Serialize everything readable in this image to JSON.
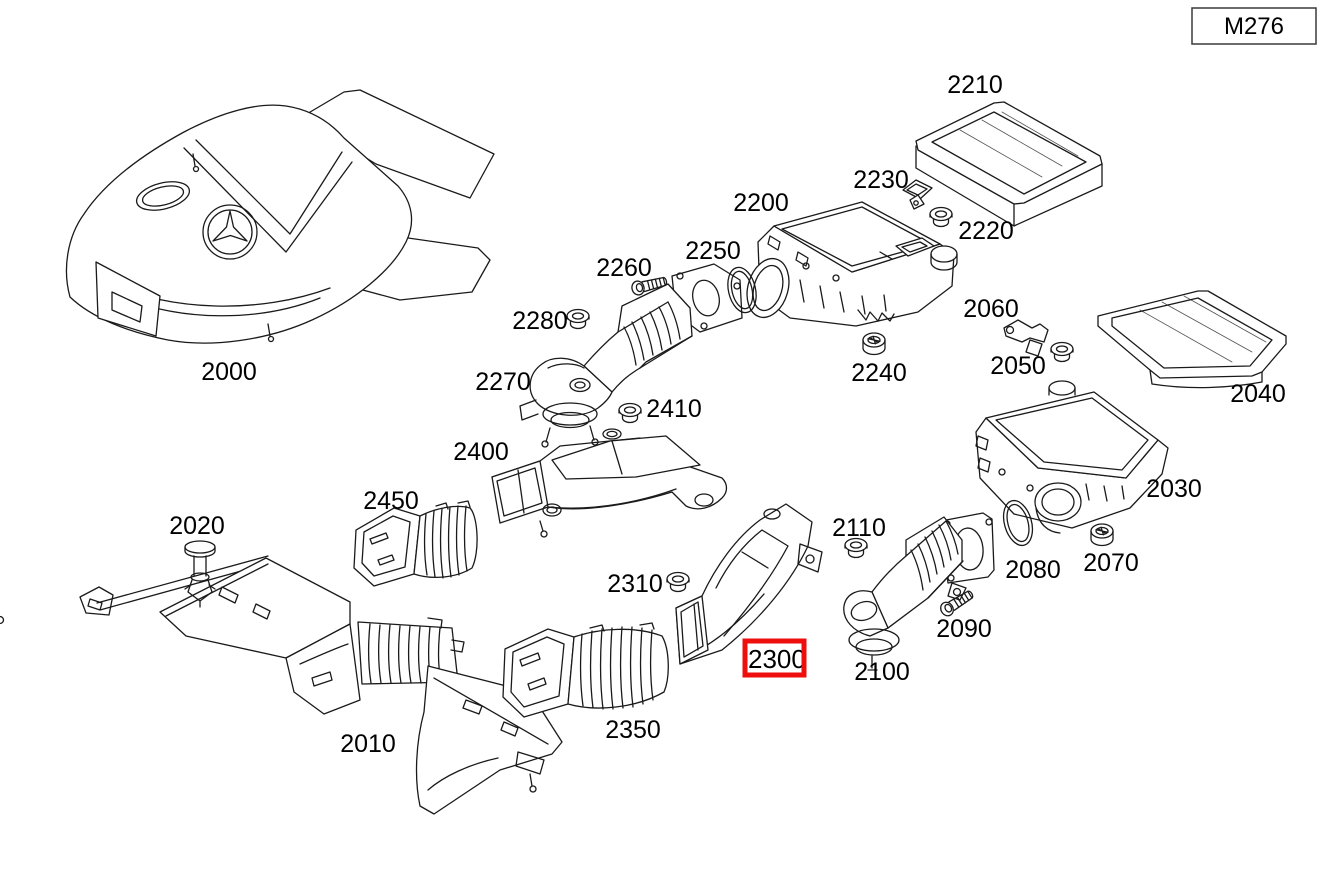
{
  "title_plate": {
    "label": "M276"
  },
  "highlight": {
    "part_id": "2300",
    "color": "#ee0e0e"
  },
  "parts": [
    {
      "id": "2000"
    },
    {
      "id": "2010"
    },
    {
      "id": "2020"
    },
    {
      "id": "2030"
    },
    {
      "id": "2040"
    },
    {
      "id": "2050"
    },
    {
      "id": "2060"
    },
    {
      "id": "2070"
    },
    {
      "id": "2080"
    },
    {
      "id": "2090"
    },
    {
      "id": "2100"
    },
    {
      "id": "2110"
    },
    {
      "id": "2200"
    },
    {
      "id": "2210"
    },
    {
      "id": "2220"
    },
    {
      "id": "2230"
    },
    {
      "id": "2240"
    },
    {
      "id": "2250"
    },
    {
      "id": "2260"
    },
    {
      "id": "2270"
    },
    {
      "id": "2280"
    },
    {
      "id": "2300",
      "highlighted": true
    },
    {
      "id": "2310"
    },
    {
      "id": "2350"
    },
    {
      "id": "2400"
    },
    {
      "id": "2410"
    },
    {
      "id": "2450"
    }
  ]
}
